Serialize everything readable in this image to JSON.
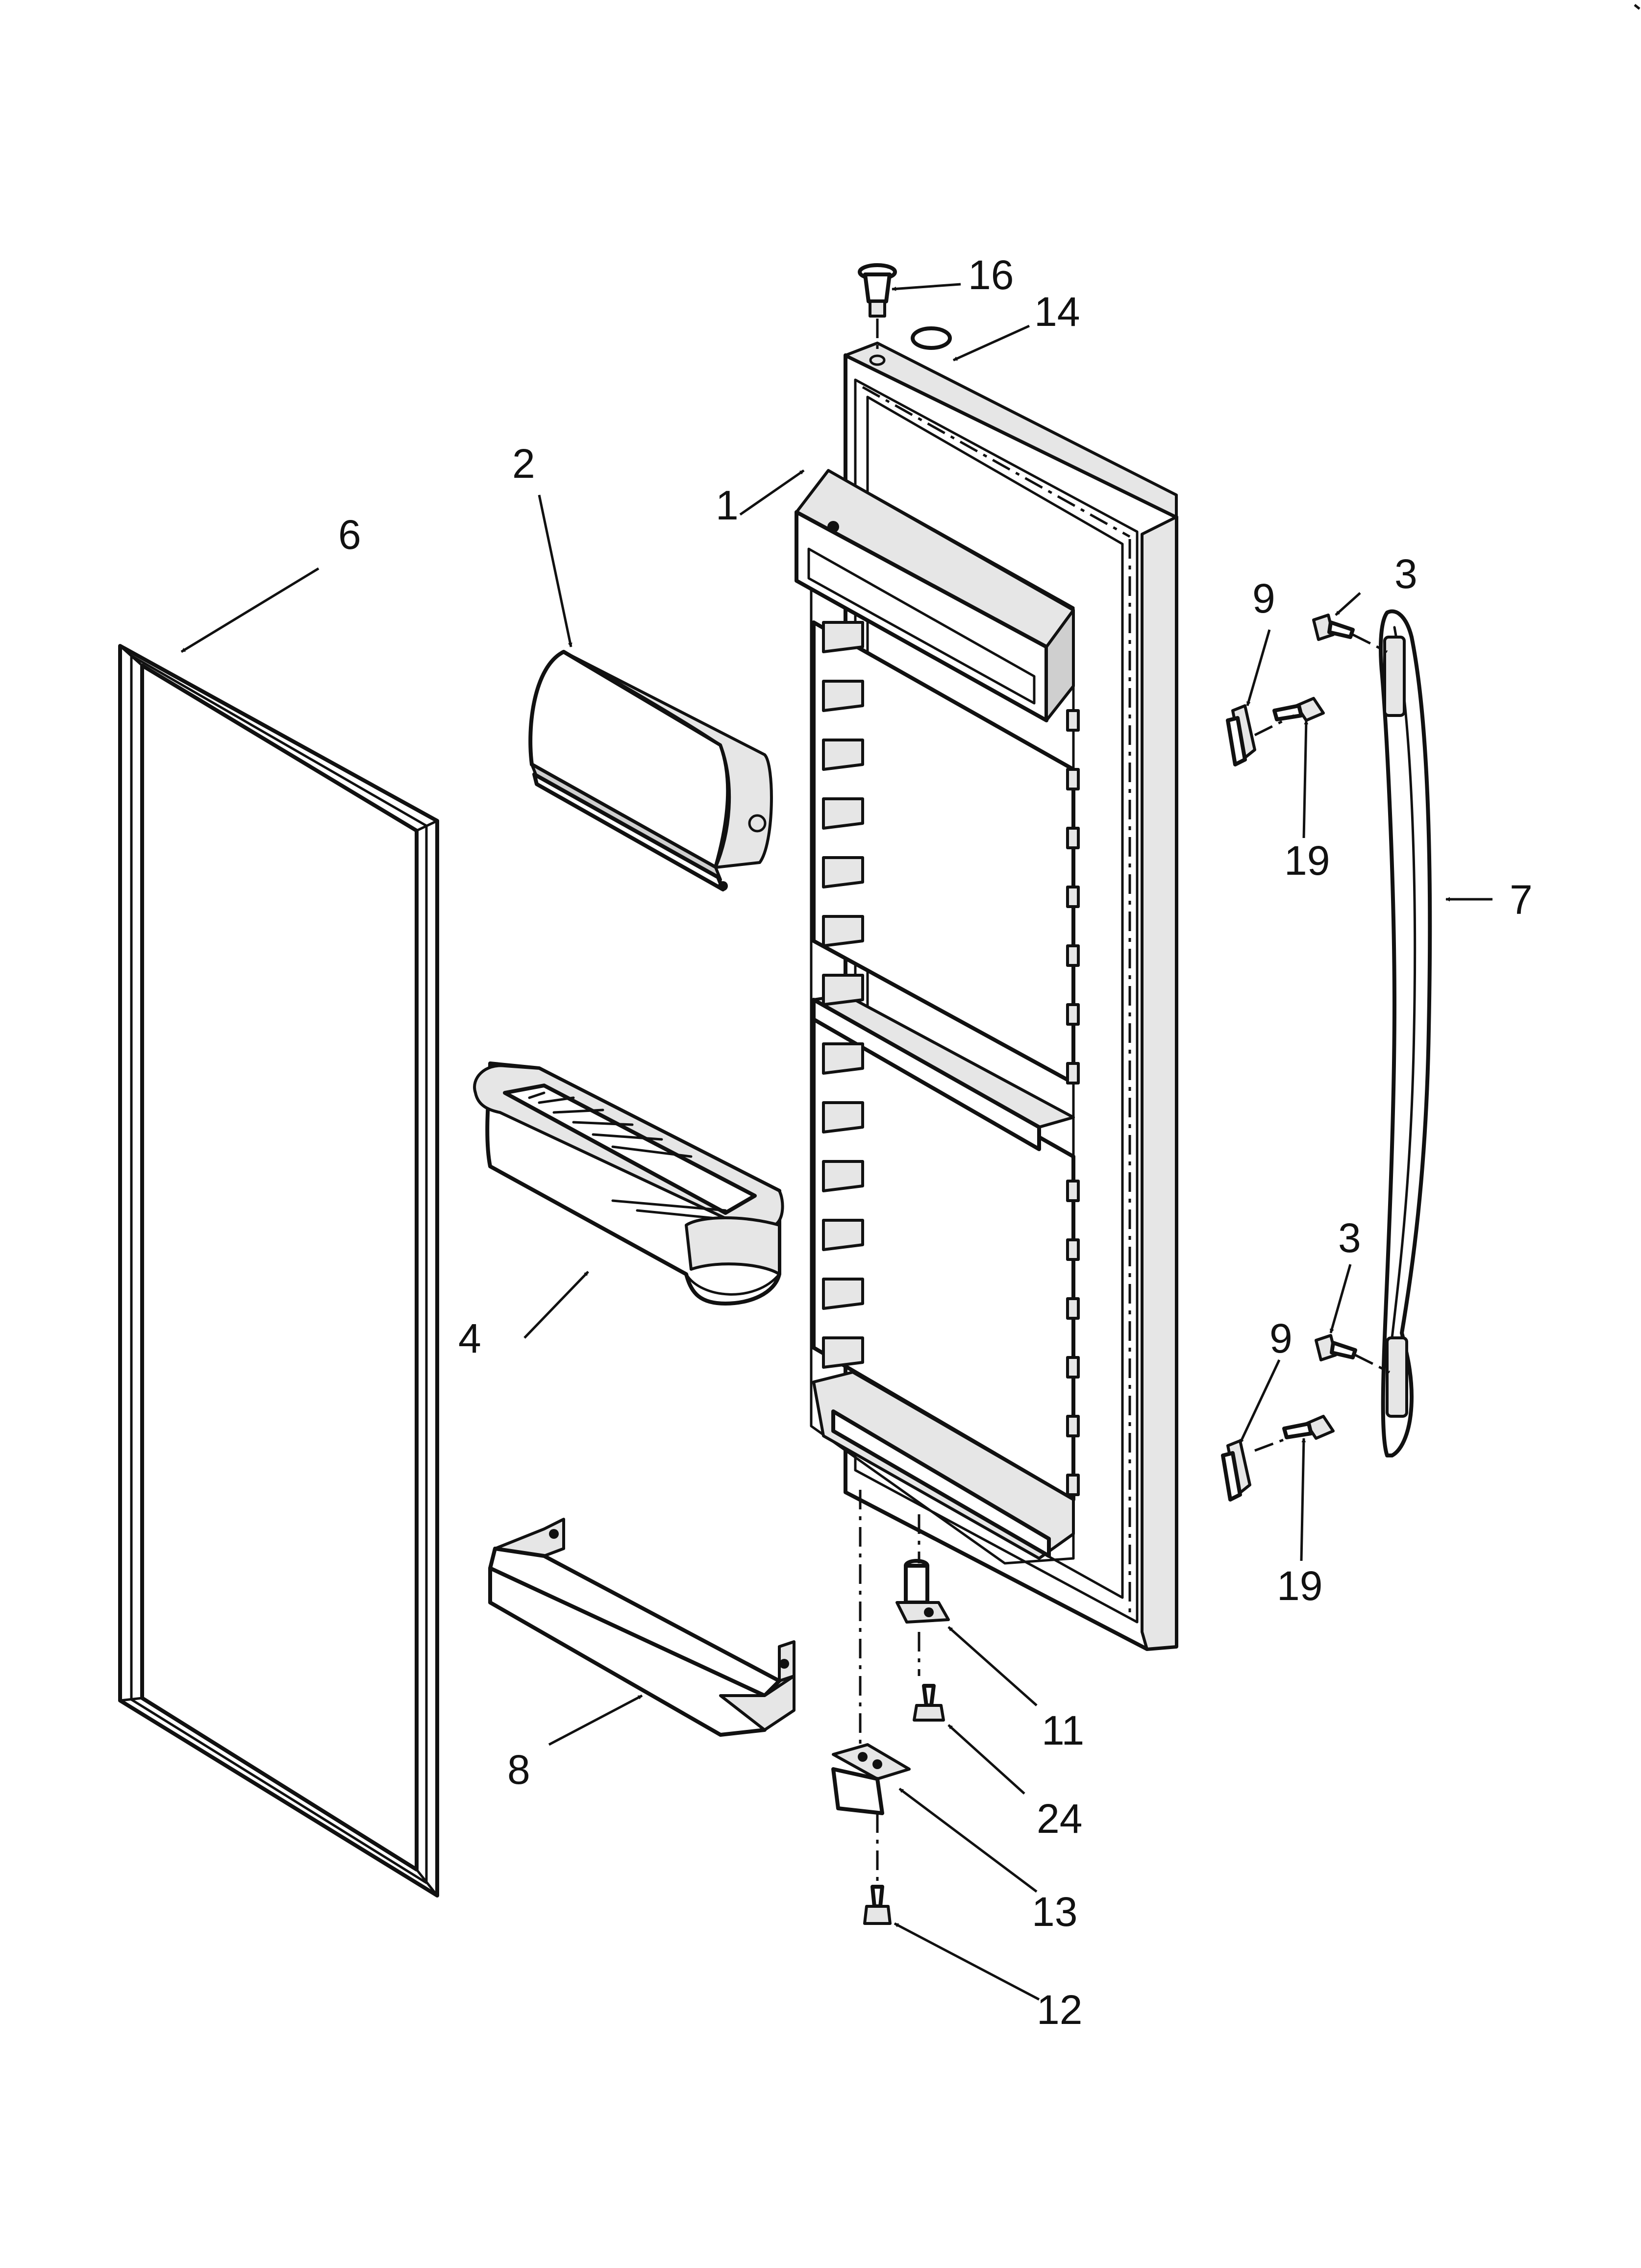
{
  "callouts": {
    "c1": "1",
    "c2": "2",
    "c3a": "3",
    "c3b": "3",
    "c4": "4",
    "c6": "6",
    "c7": "7",
    "c8": "8",
    "c9a": "9",
    "c9b": "9",
    "c11": "11",
    "c12": "12",
    "c13": "13",
    "c14": "14",
    "c16": "16",
    "c19a": "19",
    "c19b": "19",
    "c24": "24"
  }
}
